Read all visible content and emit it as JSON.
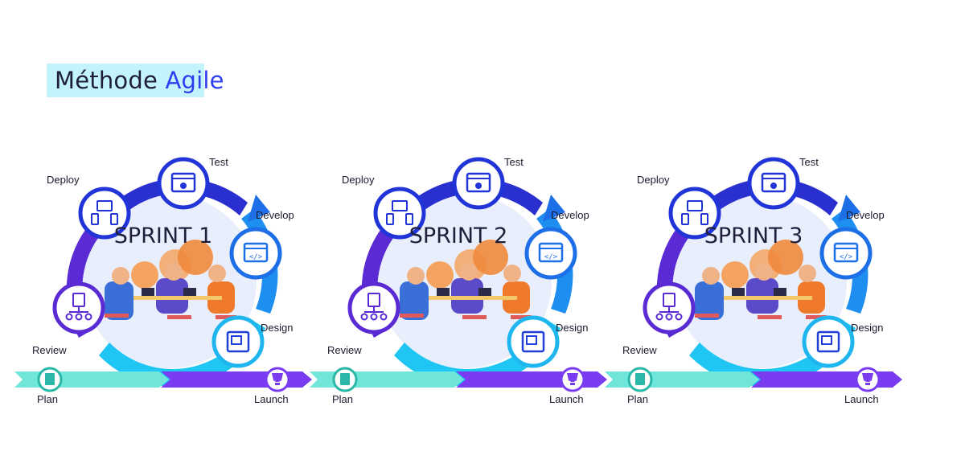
{
  "title": {
    "word1": "Méthode",
    "word2": "Agile"
  },
  "sprints": [
    {
      "name": "SPRINT 1"
    },
    {
      "name": "SPRINT 2"
    },
    {
      "name": "SPRINT 3"
    }
  ],
  "stages": {
    "test": "Test",
    "develop": "Develop",
    "design": "Design",
    "review": "Review",
    "deploy": "Deploy",
    "plan": "Plan",
    "launch": "Launch"
  },
  "colors": {
    "blue": "#1f3fd6",
    "cyan": "#1fc6f4",
    "purple": "#6a2bd8",
    "teal": "#6fe6d8",
    "title_highlight": "#c3f3fb"
  },
  "icons": {
    "test": "bug-browser-icon",
    "develop": "code-window-icon",
    "design": "layout-design-icon",
    "review": "org-chart-checklist-icon",
    "deploy": "multi-device-icon",
    "plan": "clipboard-icon",
    "launch": "trophy-icon"
  }
}
